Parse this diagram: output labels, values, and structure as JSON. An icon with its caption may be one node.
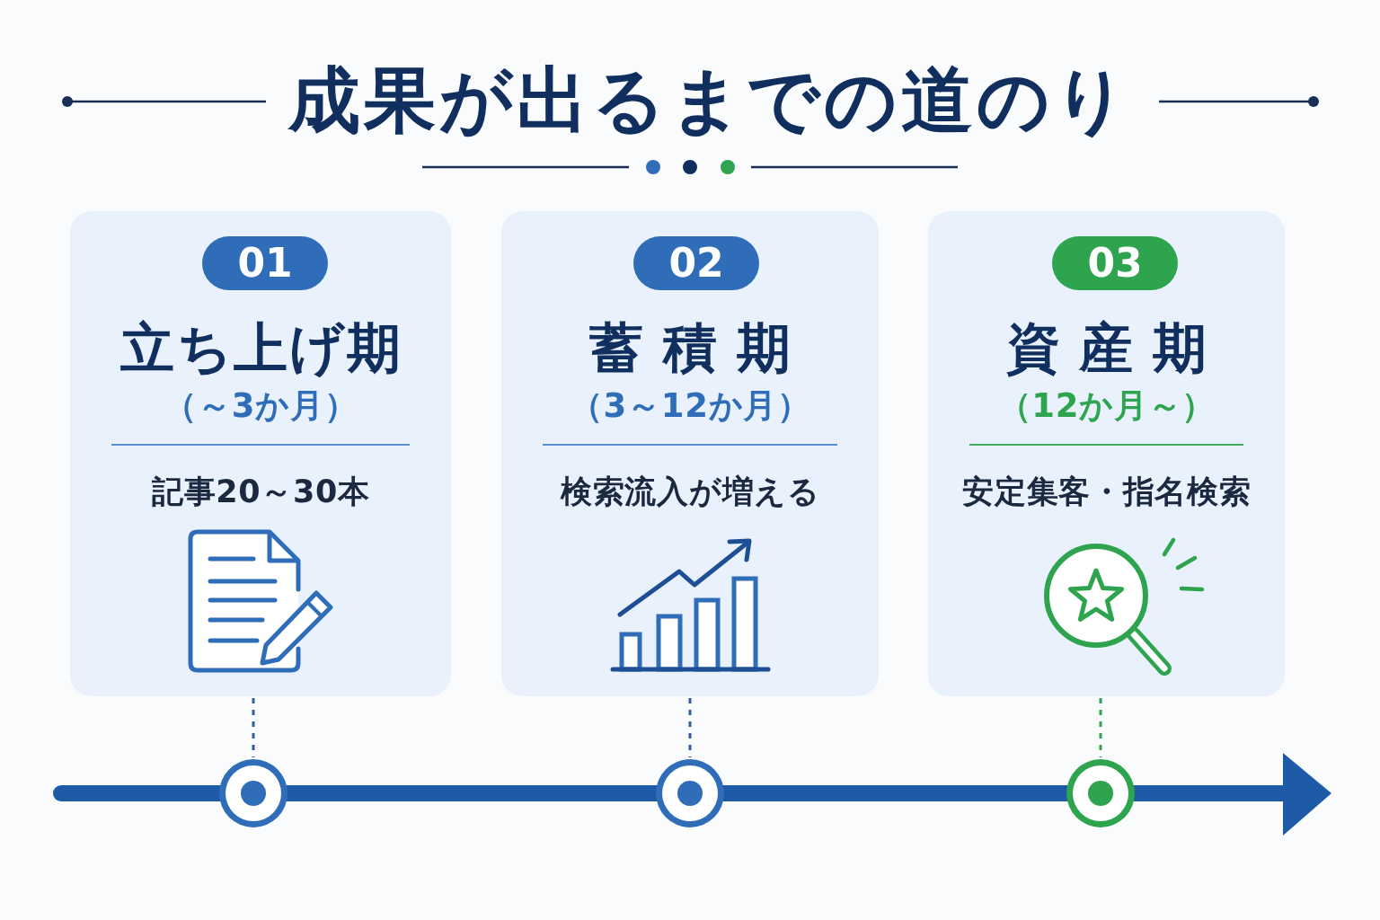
{
  "diagram": {
    "title": "成果が出るまでの道のり",
    "nodes": [
      {
        "text": [
          "立ち上げ期",
          "（～3か月）",
          "記事20～30本"
        ]
      },
      {
        "text": [
          "01"
        ],
        "in": 0
      },
      {
        "text": [
          "蓄積期",
          "（3～12か月）",
          "検索流入が増える"
        ]
      },
      {
        "text": [
          "02"
        ],
        "in": 2
      },
      {
        "text": [
          "資産期",
          "（12か月～）",
          "安定集客・指名検索"
        ]
      },
      {
        "text": [
          "03"
        ],
        "in": 4
      },
      {
        "text": [],
        "shape": "circle"
      },
      {
        "text": [],
        "shape": "circle"
      },
      {
        "text": [],
        "shape": "circle"
      }
    ],
    "edges": [
      {
        "from": 0,
        "to": 6,
        "arrow": "none",
        "style": "dashed"
      },
      {
        "from": 2,
        "to": 7,
        "arrow": "none",
        "style": "dashed"
      },
      {
        "from": 4,
        "to": 8,
        "arrow": "none",
        "style": "dashed",
        "color": "#2ea44f"
      }
    ]
  }
}
